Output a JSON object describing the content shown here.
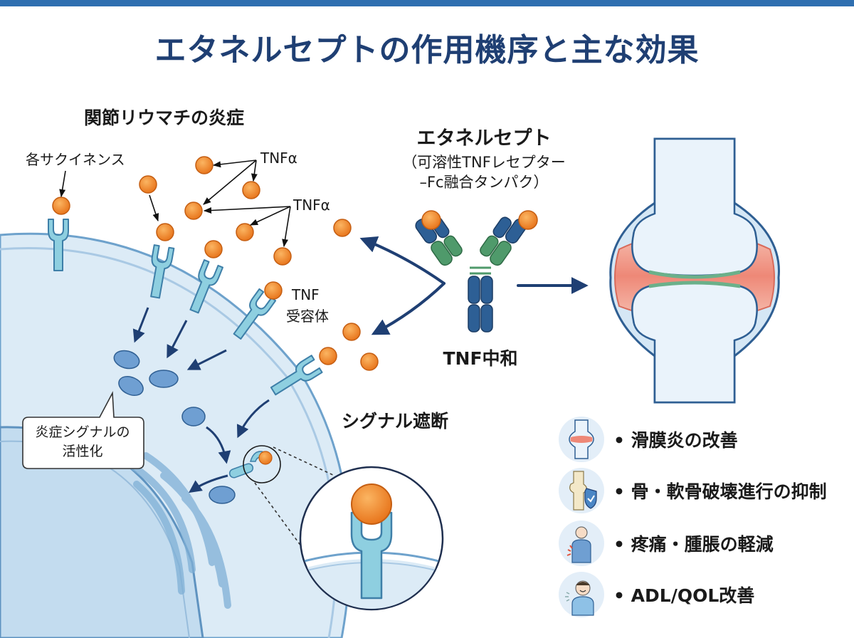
{
  "title": "エタネルセプトの作用機序と主な効果",
  "labels": {
    "ra_inflammation": "関節リウマチの炎症",
    "cytokines": "各サクイネンス",
    "tnf_alpha_1": "TNFα",
    "tnf_alpha_2": "TNFα",
    "tnf_receptor_1": "TNF",
    "tnf_receptor_2": "受容体",
    "signal_block": "シグナル遮断",
    "inflammation_signal_1": "炎症シグナルの",
    "inflammation_signal_2": "活性化",
    "drug_name": "エタネルセプト",
    "drug_desc_1": "（可溶性TNFレセプター",
    "drug_desc_2": "–Fc融合タンパク）",
    "tnf_neutralize": "TNF中和"
  },
  "benefits": [
    {
      "icon": "joint-icon",
      "text": "• 滑膜炎の改善"
    },
    {
      "icon": "bone-shield-icon",
      "text": "• 骨・軟骨破壊進行の抑制"
    },
    {
      "icon": "pain-person-icon",
      "text": "• 疼痛・腫脹の軽減"
    },
    {
      "icon": "happy-person-icon",
      "text": "• ADL/QOL改善"
    }
  ],
  "colors": {
    "title": "#1f3f73",
    "accent_bar": "#2f6fb0",
    "tnf_ball": "#f08a2c",
    "receptor": "#8ecfe0",
    "cell_fill": "#dcebf6",
    "nucleus_fill": "#c3dcef",
    "antibody_blue": "#2d5f95",
    "antibody_green": "#4f9a6b",
    "arrow": "#1f3f73",
    "synovium": "#ef9a8a"
  }
}
